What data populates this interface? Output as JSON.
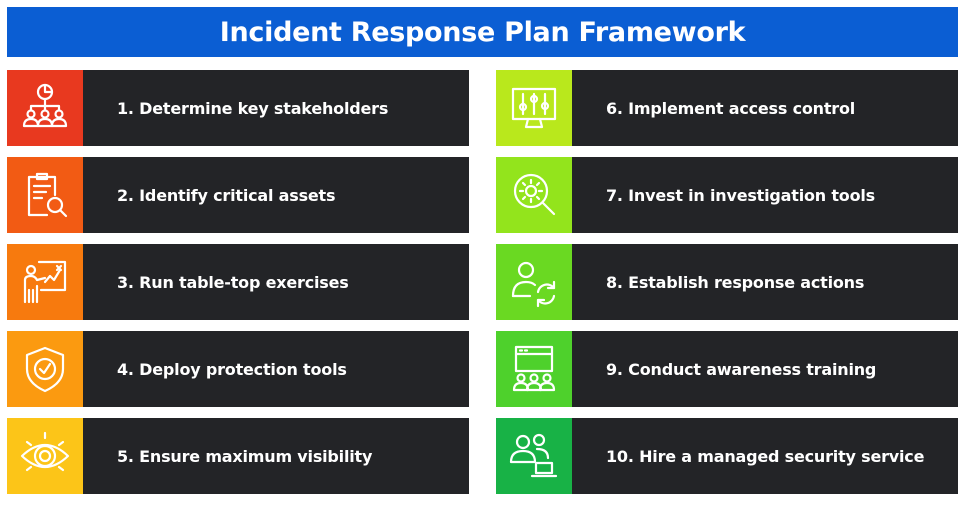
{
  "title": "Incident Response Plan Framework",
  "colors": {
    "title_bg": "#0b5ed3",
    "label_bg": "#232427",
    "tiles": [
      "#e8391f",
      "#f25b14",
      "#f77a0e",
      "#fb9a10",
      "#fcc518",
      "#b9e81c",
      "#93e41c",
      "#6ad922",
      "#4ed12c",
      "#18b246"
    ]
  },
  "steps": [
    {
      "label": "1. Determine key stakeholders",
      "icon": "org-chart-icon"
    },
    {
      "label": "2. Identify critical assets",
      "icon": "document-search-icon"
    },
    {
      "label": "3. Run table-top exercises",
      "icon": "presentation-board-icon"
    },
    {
      "label": "4. Deploy protection tools",
      "icon": "shield-check-icon"
    },
    {
      "label": "5. Ensure maximum visibility",
      "icon": "eye-icon"
    },
    {
      "label": "6. Implement access control",
      "icon": "monitor-sliders-icon"
    },
    {
      "label": "7. Invest in investigation tools",
      "icon": "gear-search-icon"
    },
    {
      "label": "8. Establish response actions",
      "icon": "user-refresh-icon"
    },
    {
      "label": "9. Conduct awareness training",
      "icon": "browser-audience-icon"
    },
    {
      "label": "10. Hire a managed security service",
      "icon": "users-laptop-icon"
    }
  ]
}
